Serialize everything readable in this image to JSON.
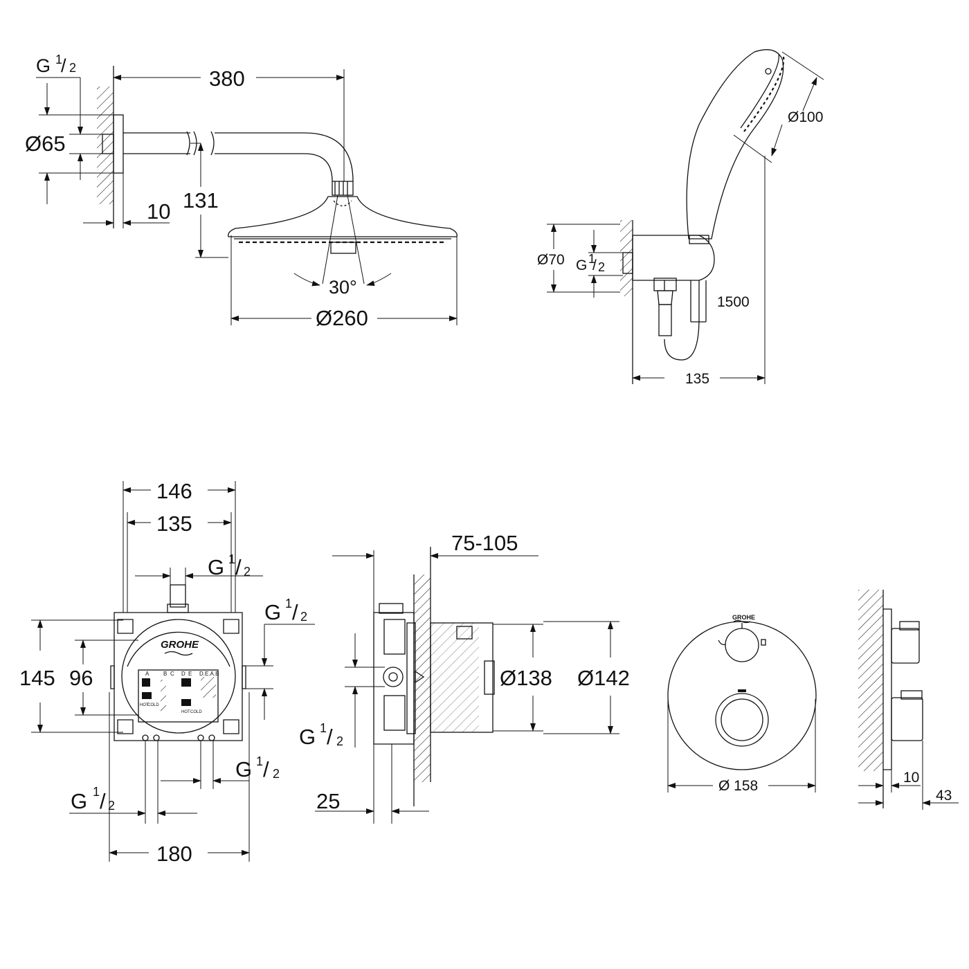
{
  "shower_head_view": {
    "inlet_thread": "G",
    "inlet_fraction_num": "1",
    "inlet_fraction_den": "2",
    "arm_length": "380",
    "flange_diameter": "Ø65",
    "arm_height": "131",
    "flange_depth": "10",
    "spray_angle": "30°",
    "head_diameter": "Ø260"
  },
  "hand_shower_view": {
    "head_diameter": "Ø100",
    "elbow_diameter": "Ø70",
    "elbow_thread": "G",
    "elbow_fraction_num": "1",
    "elbow_fraction_den": "2",
    "hose_length": "1500",
    "projection": "135"
  },
  "valve_body_front_view": {
    "width_outer": "146",
    "width_inner": "135",
    "top_thread": "G",
    "top_fraction_num": "1",
    "top_fraction_den": "2",
    "right_thread": "G",
    "right_fraction_num": "1",
    "right_fraction_den": "2",
    "height_outer": "145",
    "height_inner": "96",
    "bottom_right_thread": "G",
    "bottom_right_fraction_num": "1",
    "bottom_right_fraction_den": "2",
    "bottom_left_thread": "G",
    "bottom_left_fraction_num": "1",
    "bottom_left_fraction_den": "2",
    "total_width": "180",
    "brand_logo": "GROHE",
    "panel_labels": [
      "A",
      "B",
      "C",
      "D",
      "E",
      "D.E.A.B"
    ],
    "hot_label": "HOT",
    "cold_label": "COLD"
  },
  "valve_body_side_view": {
    "installation_depth": "75-105",
    "left_thread": "G",
    "left_fraction_num": "1",
    "left_fraction_den": "2",
    "inner_diameter": "Ø138",
    "outer_diameter": "Ø142",
    "offset": "25"
  },
  "trim_view": {
    "brand_logo": "GROHE",
    "plate_diameter": "Ø 158",
    "wall_gap": "10",
    "trim_depth": "43"
  },
  "icons": {
    "wall": "hatched-wall-icon",
    "arrow": "dimension-arrow-icon"
  }
}
